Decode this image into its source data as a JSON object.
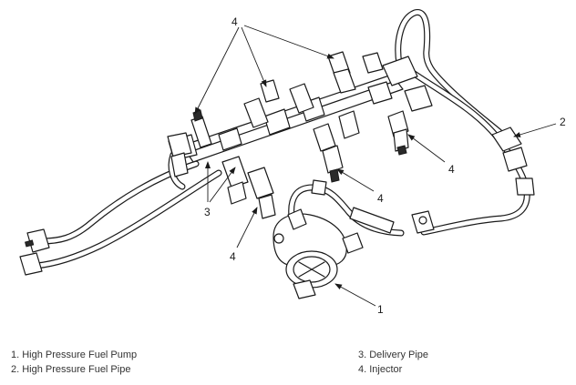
{
  "callouts": {
    "pump": "1",
    "pipe": "2",
    "delivery_pipe": "3",
    "injector_top": "4",
    "injector_right": "4",
    "injector_mid": "4",
    "injector_bottom": "4"
  },
  "legend": {
    "items": [
      "1. High Pressure Fuel Pump",
      "2. High Pressure Fuel Pipe",
      "3. Delivery Pipe",
      "4. Injector"
    ]
  }
}
